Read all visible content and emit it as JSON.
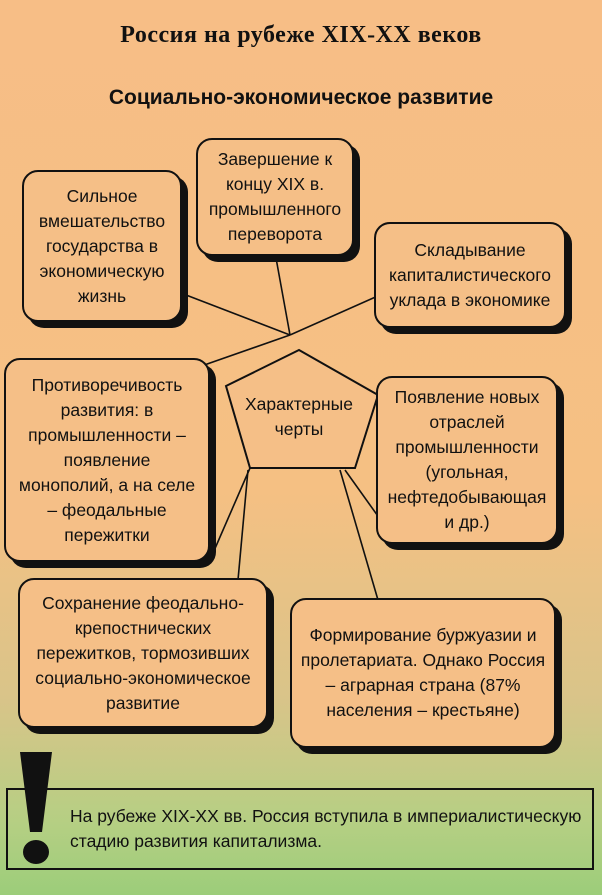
{
  "header": {
    "title": "Россия на рубеже XIX-XX веков",
    "subtitle": "Социально-экономическое развитие"
  },
  "center": {
    "label": "Характерные черты"
  },
  "boxes": [
    {
      "id": "state-intervention",
      "text": "Сильное вмешательство государства в экономическую жизнь"
    },
    {
      "id": "industrial-revolution",
      "text": "Завершение к концу XIX в. промышленного переворота"
    },
    {
      "id": "capitalist-structure",
      "text": "Складывание капиталистического уклада в экономике"
    },
    {
      "id": "contradictory-development",
      "text": "Противоречивость развития: в промышленности – появление монополий, а на селе – феодальные пережитки"
    },
    {
      "id": "new-industries",
      "text": "Появление новых отраслей промышленности (угольная, нефтедобывающая и др.)"
    },
    {
      "id": "feudal-remnants",
      "text": "Сохранение феодально-крепостнических пережитков, тормозивших социально-экономическое развитие"
    },
    {
      "id": "bourgeoisie-proletariat",
      "text": "Формирование буржуазии и пролетариата. Однако Россия – аграрная страна (87% населения – крестьяне)"
    }
  ],
  "note": {
    "text": "На рубеже XIX-XX вв. Россия вступила в империалистическую стадию развития капитализма."
  }
}
